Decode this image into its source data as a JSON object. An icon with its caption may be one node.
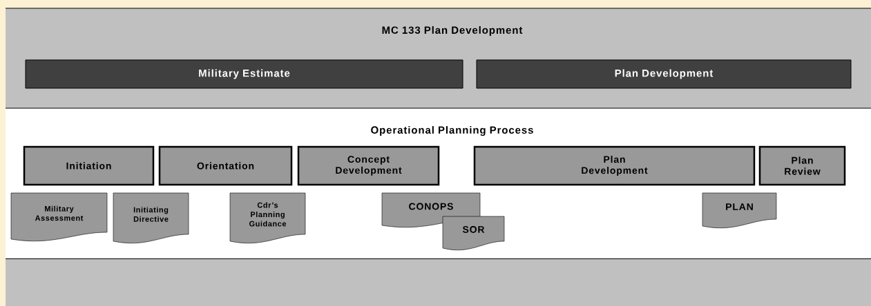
{
  "diagram": {
    "nodes": [
      {
        "text": [
          "MC 133 Plan Development"
        ]
      },
      {
        "text": [
          "Military Estimate"
        ],
        "in": 0
      },
      {
        "text": [
          "Plan Development"
        ],
        "in": 0
      },
      {
        "text": [
          "Operational Planning Process"
        ]
      },
      {
        "text": [
          "Initiation"
        ],
        "in": 3
      },
      {
        "text": [
          "Orientation"
        ],
        "in": 3
      },
      {
        "text": [
          "Concept Development"
        ],
        "in": 3
      },
      {
        "text": [
          "Plan Development"
        ],
        "in": 3
      },
      {
        "text": [
          "Plan Review"
        ],
        "in": 3
      },
      {
        "text": [
          "Military Assessment"
        ],
        "in": 3
      },
      {
        "text": [
          "Initiating Directive"
        ],
        "in": 3
      },
      {
        "text": [
          "Cdr’s Planning Guidance"
        ],
        "in": 3
      },
      {
        "text": [
          "CONOPS"
        ],
        "in": 3
      },
      {
        "text": [
          "SOR"
        ],
        "in": 3
      },
      {
        "text": [
          "PLAN"
        ],
        "in": 3
      }
    ]
  }
}
